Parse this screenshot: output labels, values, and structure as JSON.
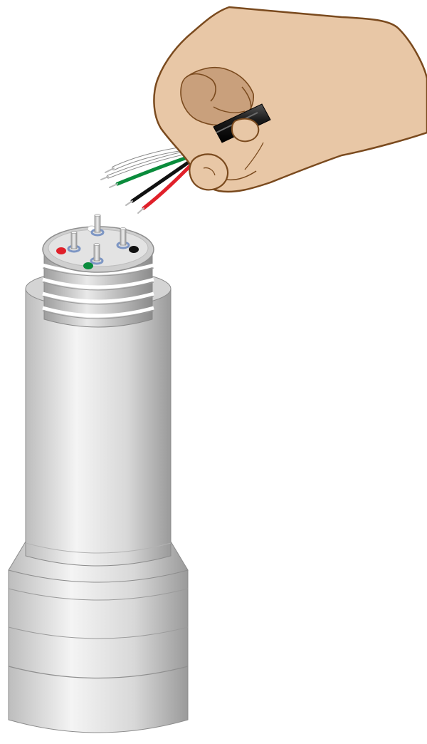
{
  "colors": {
    "background": "#ffffff",
    "skin": "#e8c7a6",
    "skin_shadow": "#c9a07c",
    "skin_outline": "#7a4a1e",
    "body_light": "#f2f2f2",
    "body_mid": "#cdcdcd",
    "body_dark": "#8e8e8e",
    "cable_jacket": "#1c1c1c",
    "wire_red": "#e0202a",
    "wire_green": "#0a8c3c",
    "wire_black": "#111111",
    "wire_white": "#ffffff",
    "pin_ring": "#7d96c4",
    "pin_metal": "#c9c9c9"
  },
  "parts": {
    "hand": {
      "icon": "hand-icon",
      "holds": "cable"
    },
    "cable": {
      "icon": "cable-icon",
      "wire_colors": [
        "white",
        "green",
        "black",
        "red"
      ]
    },
    "sensor_body": {
      "icon": "cylindrical-sensor-icon",
      "thread_rings": 4,
      "body_sections": 4
    },
    "connector": {
      "icon": "connector-icon",
      "pin_count": 4,
      "pin_markers": [
        {
          "name": "top",
          "marker": "white"
        },
        {
          "name": "left",
          "marker": "red"
        },
        {
          "name": "center",
          "marker": "green"
        },
        {
          "name": "right",
          "marker": "black"
        }
      ]
    }
  }
}
